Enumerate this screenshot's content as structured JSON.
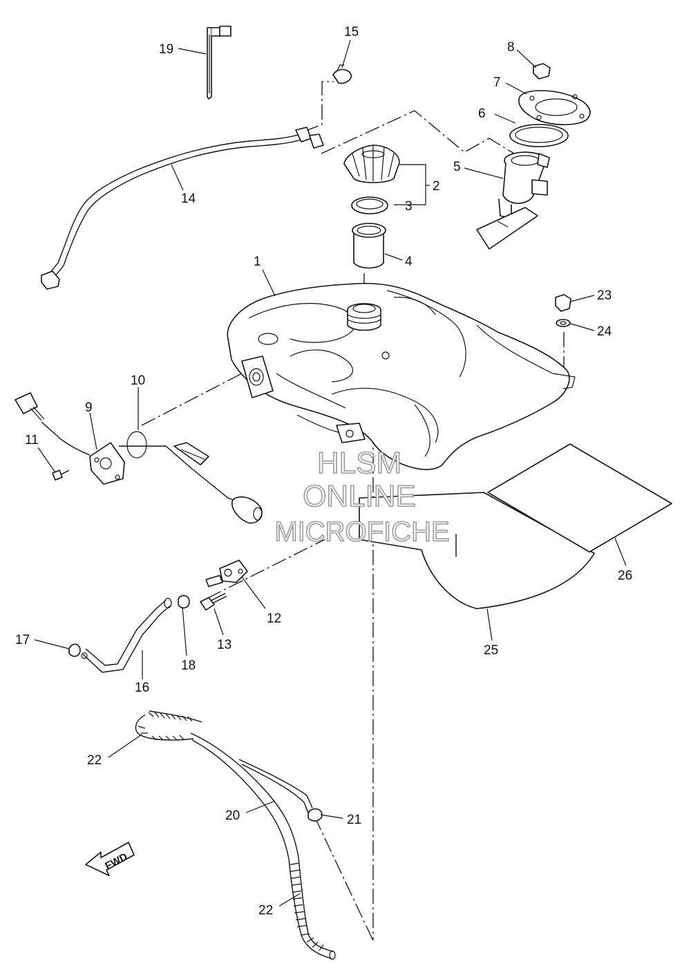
{
  "diagram": {
    "callouts": [
      {
        "id": "c1",
        "label": "1"
      },
      {
        "id": "c2",
        "label": "2"
      },
      {
        "id": "c3",
        "label": "3"
      },
      {
        "id": "c4",
        "label": "4"
      },
      {
        "id": "c5",
        "label": "5"
      },
      {
        "id": "c6",
        "label": "6"
      },
      {
        "id": "c7",
        "label": "7"
      },
      {
        "id": "c8",
        "label": "8"
      },
      {
        "id": "c9",
        "label": "9"
      },
      {
        "id": "c10",
        "label": "10"
      },
      {
        "id": "c11",
        "label": "11"
      },
      {
        "id": "c12",
        "label": "12"
      },
      {
        "id": "c13",
        "label": "13"
      },
      {
        "id": "c14",
        "label": "14"
      },
      {
        "id": "c15",
        "label": "15"
      },
      {
        "id": "c16",
        "label": "16"
      },
      {
        "id": "c17",
        "label": "17"
      },
      {
        "id": "c18",
        "label": "18"
      },
      {
        "id": "c19",
        "label": "19"
      },
      {
        "id": "c20",
        "label": "20"
      },
      {
        "id": "c21",
        "label": "21"
      },
      {
        "id": "c22a",
        "label": "22"
      },
      {
        "id": "c22b",
        "label": "22"
      },
      {
        "id": "c23",
        "label": "23"
      },
      {
        "id": "c24",
        "label": "24"
      },
      {
        "id": "c25",
        "label": "25"
      },
      {
        "id": "c26",
        "label": "26"
      }
    ],
    "watermark": {
      "line1": "HLSM",
      "line2": "ONLINE",
      "line3": "MICROFICHE"
    },
    "direction_marker": "FWD"
  }
}
